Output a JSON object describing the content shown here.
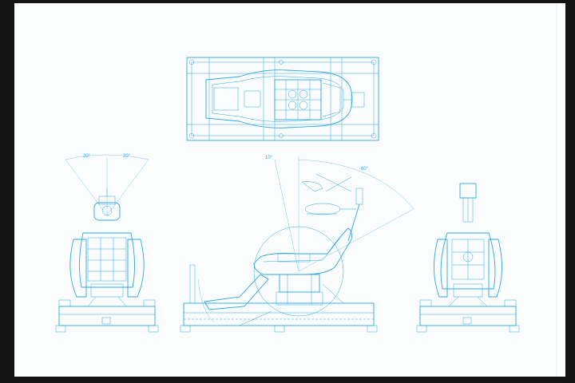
{
  "colors": {
    "ink": "#2aa7e8",
    "ink_light": "#7cc8f2",
    "paper": "#fbfcfd",
    "background": "#141414"
  },
  "drawing": {
    "views": [
      "top-view",
      "front-view",
      "side-view",
      "rear-view"
    ],
    "front_view": {
      "angle_left": "20°",
      "angle_right": "20°"
    },
    "side_view": {
      "angle_back": "10°",
      "angle_sweep": "60°"
    }
  }
}
